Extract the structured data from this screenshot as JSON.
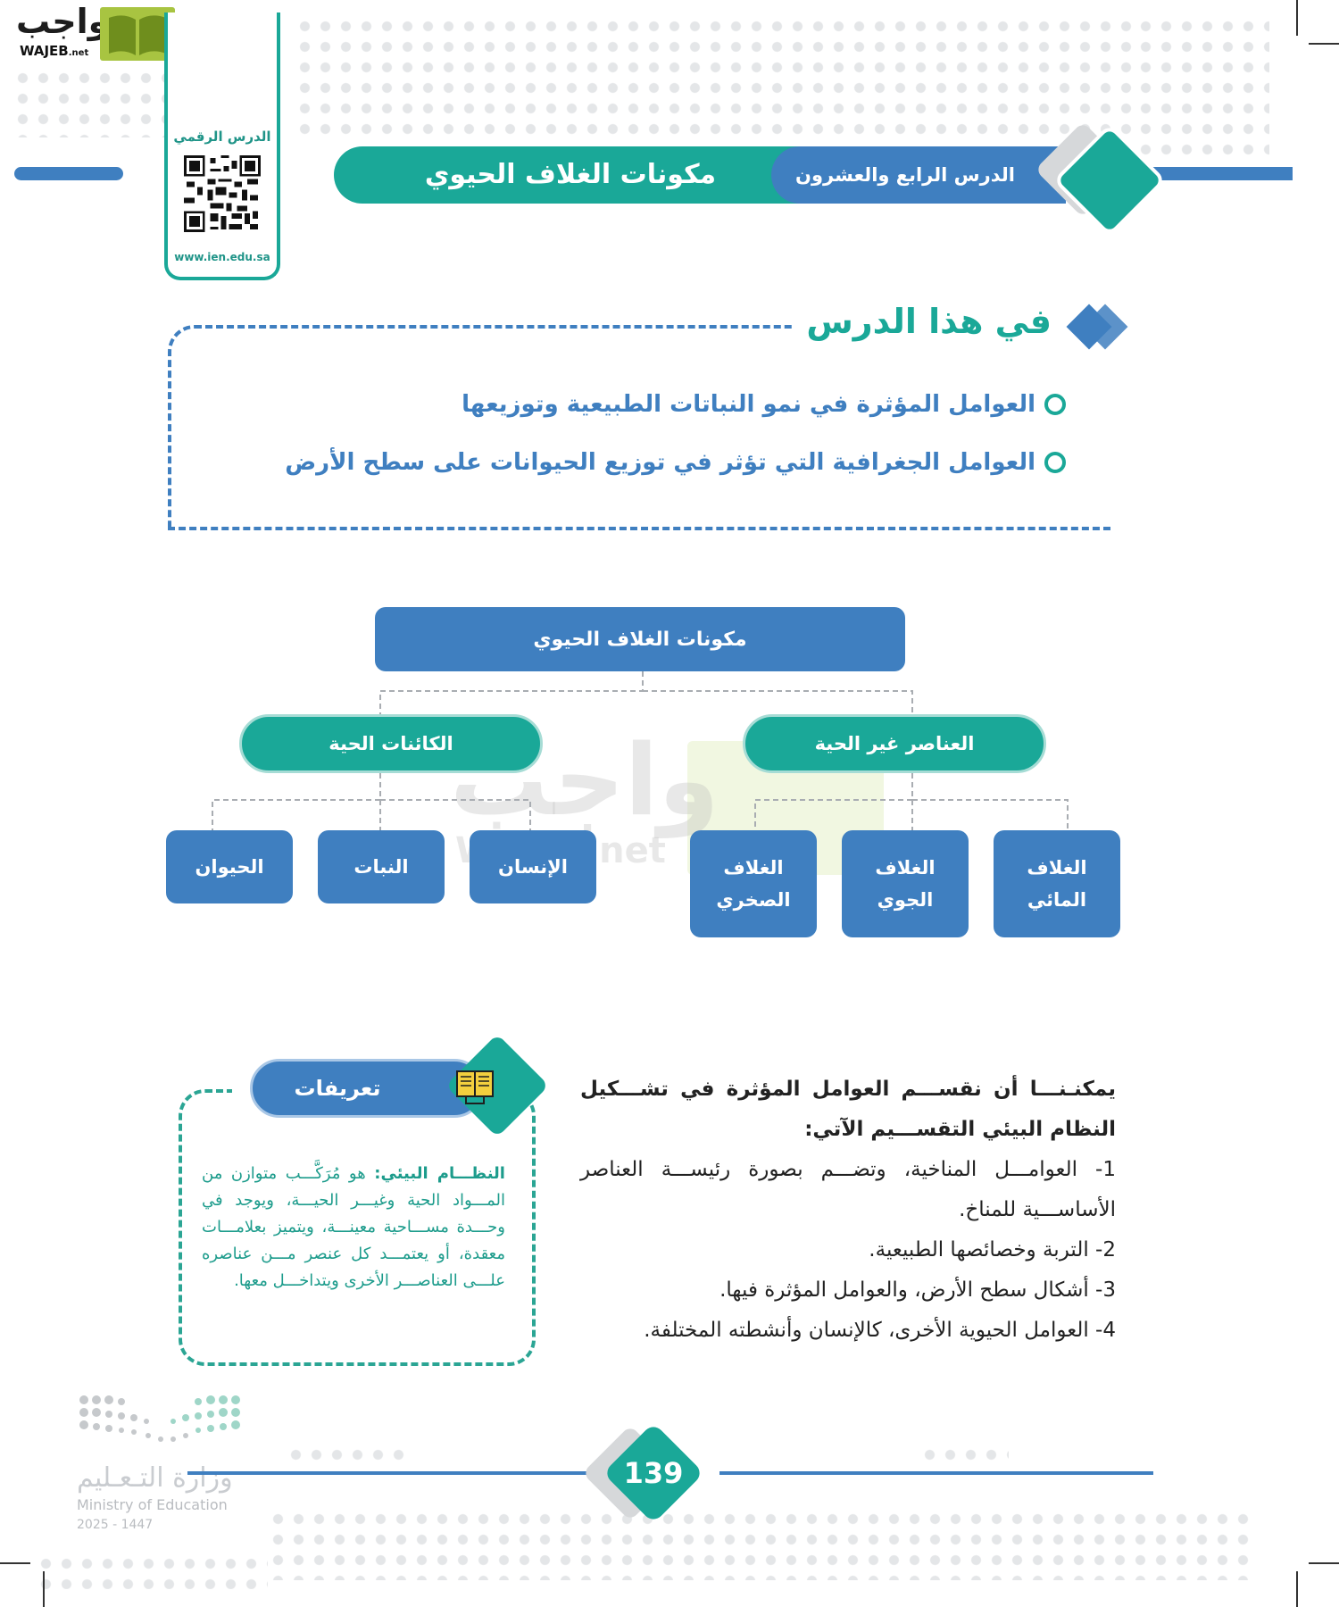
{
  "site_logo": {
    "word": "واجب",
    "domain": "WAJEB",
    "tld": ".net"
  },
  "digital_lesson": {
    "label": "الدرس الرقمي",
    "url": "www.ien.edu.sa"
  },
  "header": {
    "lesson_number": "الدرس الرابع والعشرون",
    "lesson_title": "مكونات الغلاف الحيوي"
  },
  "in_this_lesson": {
    "title": "في هذا الدرس",
    "items": [
      "العوامل المؤثرة في نمو النباتات الطبيعية وتوزيعها",
      "العوامل الجغرافية التي تؤثر في توزيع الحيوانات على سطح الأرض"
    ]
  },
  "diagram": {
    "root": "مكونات الغلاف الحيوي",
    "groups": [
      {
        "label": "العناصر غير الحية",
        "children": [
          "الغلاف المائي",
          "الغلاف الجوي",
          "الغلاف الصخري"
        ]
      },
      {
        "label": "الكائنات الحية",
        "children": [
          "الإنسان",
          "النبات",
          "الحيوان"
        ]
      }
    ]
  },
  "watermark": {
    "word": "واجب",
    "domain": "WAJEB.net"
  },
  "body": {
    "intro": "يمكنـنـــا أن نقســـم العوامل المؤثرة في تشـــكيل النظام البيئي التقســـيم الآتي:",
    "points": [
      "1- العوامـــل المناخية، وتضـــم بصورة رئيســـة العناصر الأساســـية للمناخ.",
      "2- التربة وخصائصها الطبيعية.",
      "3- أشكال سطح الأرض، والعوامل المؤثرة فيها.",
      "4- العوامل الحيوية الأخرى، كالإنسان وأنشطته المختلفة."
    ]
  },
  "definitions": {
    "title": "تعريفات",
    "term": "النظـــام البيئي:",
    "text": "هو مُرَكَّـــب متوازن من المـــواد الحية وغيـــر الحيـــة، ويوجد في وحـــدة مســـاحية معينـــة، ويتميز بعلامـــات معقدة، أو يعتمـــد كل عنصر مـــن عناصره علـــى العناصـــر الأخرى ويتداخـــل معها."
  },
  "footer": {
    "ministry_ar": "وزارة التـعـليم",
    "ministry_en": "Ministry of Education",
    "year": "2025 - 1447",
    "page_number": "139"
  },
  "colors": {
    "teal": "#1aa898",
    "blue": "#3f7fc0",
    "dot_grey": "#e4e6e8"
  }
}
